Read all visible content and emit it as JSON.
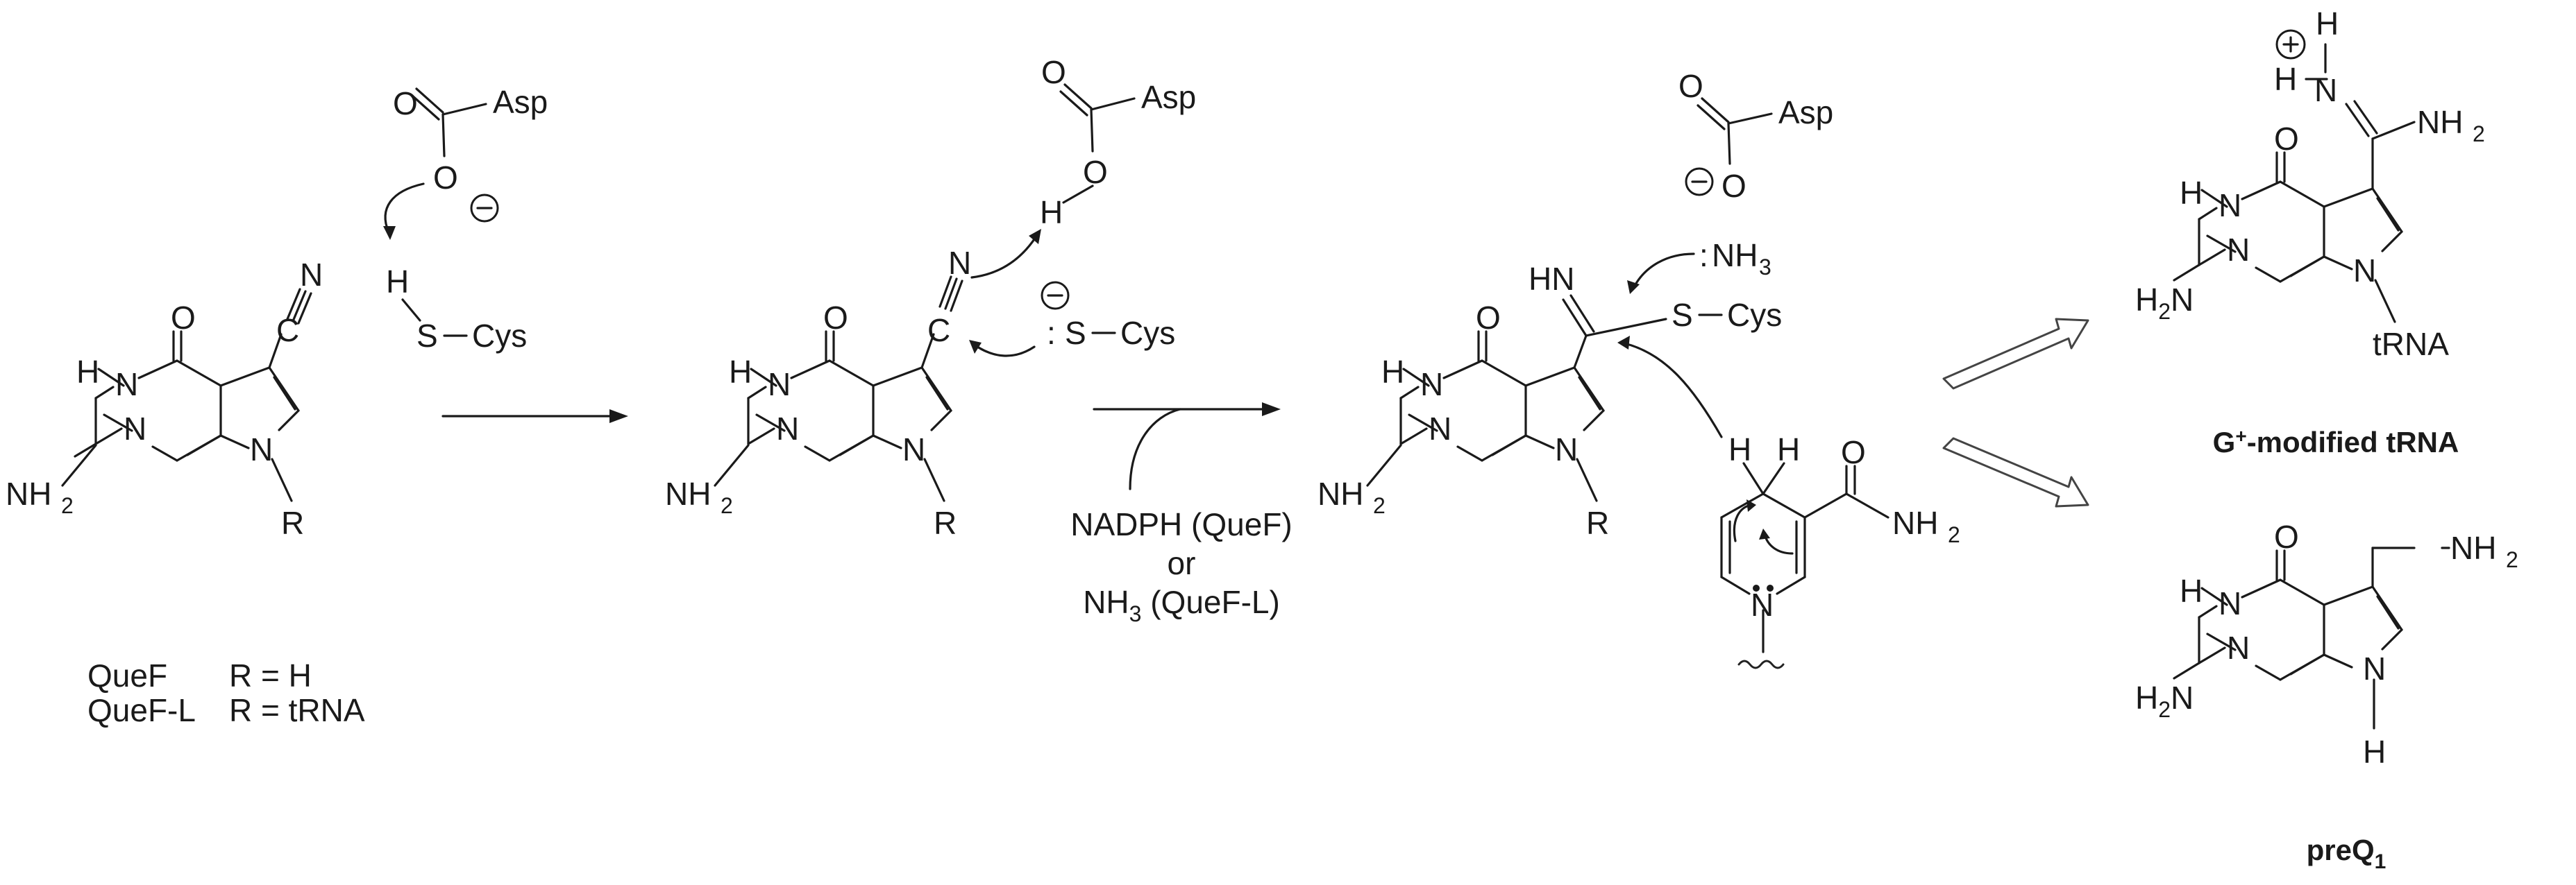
{
  "atoms": {
    "O": "O",
    "N": "N",
    "H": "H",
    "NH2": "NH",
    "sub2": "2",
    "NH": "NH",
    "NH3": "NH",
    "sub3": "3",
    "HN": "HN",
    "HN_left": "H",
    "R": "R",
    "tRNA": "tRNA",
    "Asp": "Asp",
    "S_Cys": "S−Cys",
    "S": "S",
    "Cys": "Cys",
    "C": "C",
    "minus": "−",
    "plus": "+",
    "lonepair": ":",
    "H2N": "H",
    "H2N_sub": "2",
    "H2N_N": "N"
  },
  "conditions": {
    "line1": "NADPH (QueF)",
    "line2": "or",
    "line3_pre": "NH",
    "line3_sub": "3",
    "line3_post": " (QueF-L)"
  },
  "legend": {
    "row1_name": "QueF",
    "row1_value": "R = H",
    "row2_name": "QueF-L",
    "row2_value": "R = tRNA"
  },
  "products": {
    "gplus_pre": "G",
    "gplus_sup": "+",
    "gplus_post": "-modified tRNA",
    "preq_pre": "preQ",
    "preq_sub": "1"
  }
}
